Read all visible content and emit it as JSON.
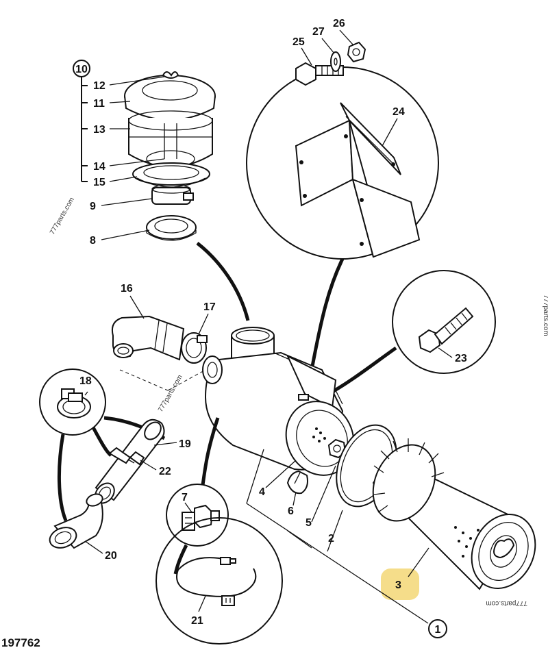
{
  "drawing_number": "197762",
  "watermark": "777parts.com",
  "highlight_color": "#f5dd8a",
  "callouts": {
    "c1": "1",
    "c2": "2",
    "c3": "3",
    "c4": "4",
    "c5": "5",
    "c6": "6",
    "c7": "7",
    "c8": "8",
    "c9": "9",
    "c10": "10",
    "c11": "11",
    "c12": "12",
    "c13": "13",
    "c14": "14",
    "c15": "15",
    "c16": "16",
    "c17": "17",
    "c18": "18",
    "c19": "19",
    "c20": "20",
    "c21": "21",
    "c22": "22",
    "c23": "23",
    "c24": "24",
    "c25": "25",
    "c26": "26",
    "c27": "27"
  },
  "highlighted_part": "3"
}
